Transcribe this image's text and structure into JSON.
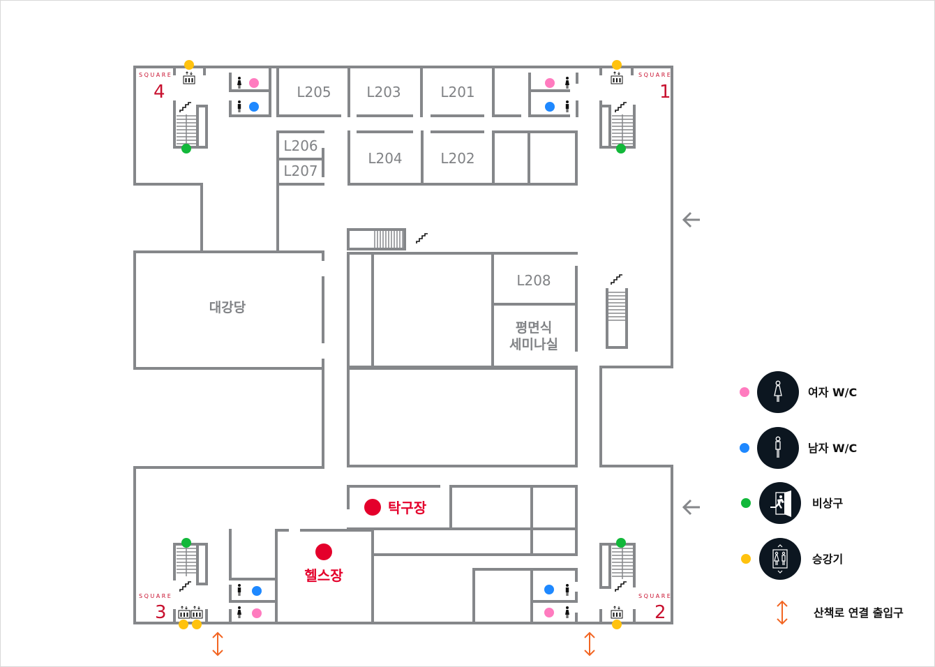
{
  "map": {
    "rooms": {
      "l205": "L205",
      "l203": "L203",
      "l201": "L201",
      "l206": "L206",
      "l207": "L207",
      "l204": "L204",
      "l202": "L202",
      "l208": "L208",
      "auditorium": "대강당",
      "seminar_line1": "평면식",
      "seminar_line2": "세미나실"
    },
    "facilities": {
      "table_tennis": "탁구장",
      "gym": "헬스장"
    },
    "squares": [
      {
        "label": "SQUARE",
        "number": "4"
      },
      {
        "label": "SQUARE",
        "number": "1"
      },
      {
        "label": "SQUARE",
        "number": "3"
      },
      {
        "label": "SQUARE",
        "number": "2"
      }
    ]
  },
  "legend": {
    "items": [
      {
        "label": "여자 W/C",
        "color": "#ff7bbf",
        "icon": "female-restroom-icon"
      },
      {
        "label": "남자 W/C",
        "color": "#1e88ff",
        "icon": "male-restroom-icon"
      },
      {
        "label": "비상구",
        "color": "#12b83a",
        "icon": "emergency-exit-icon"
      },
      {
        "label": "승강기",
        "color": "#ffc20e",
        "icon": "elevator-icon"
      }
    ],
    "walkway": {
      "label": "산책로 연결 출입구",
      "color": "#f26522",
      "icon": "updown-arrow-icon"
    }
  },
  "colors": {
    "wall": "#85878a",
    "facility": "#e4002b",
    "square": "#c8102e",
    "legend_circle": "#0c1620"
  }
}
